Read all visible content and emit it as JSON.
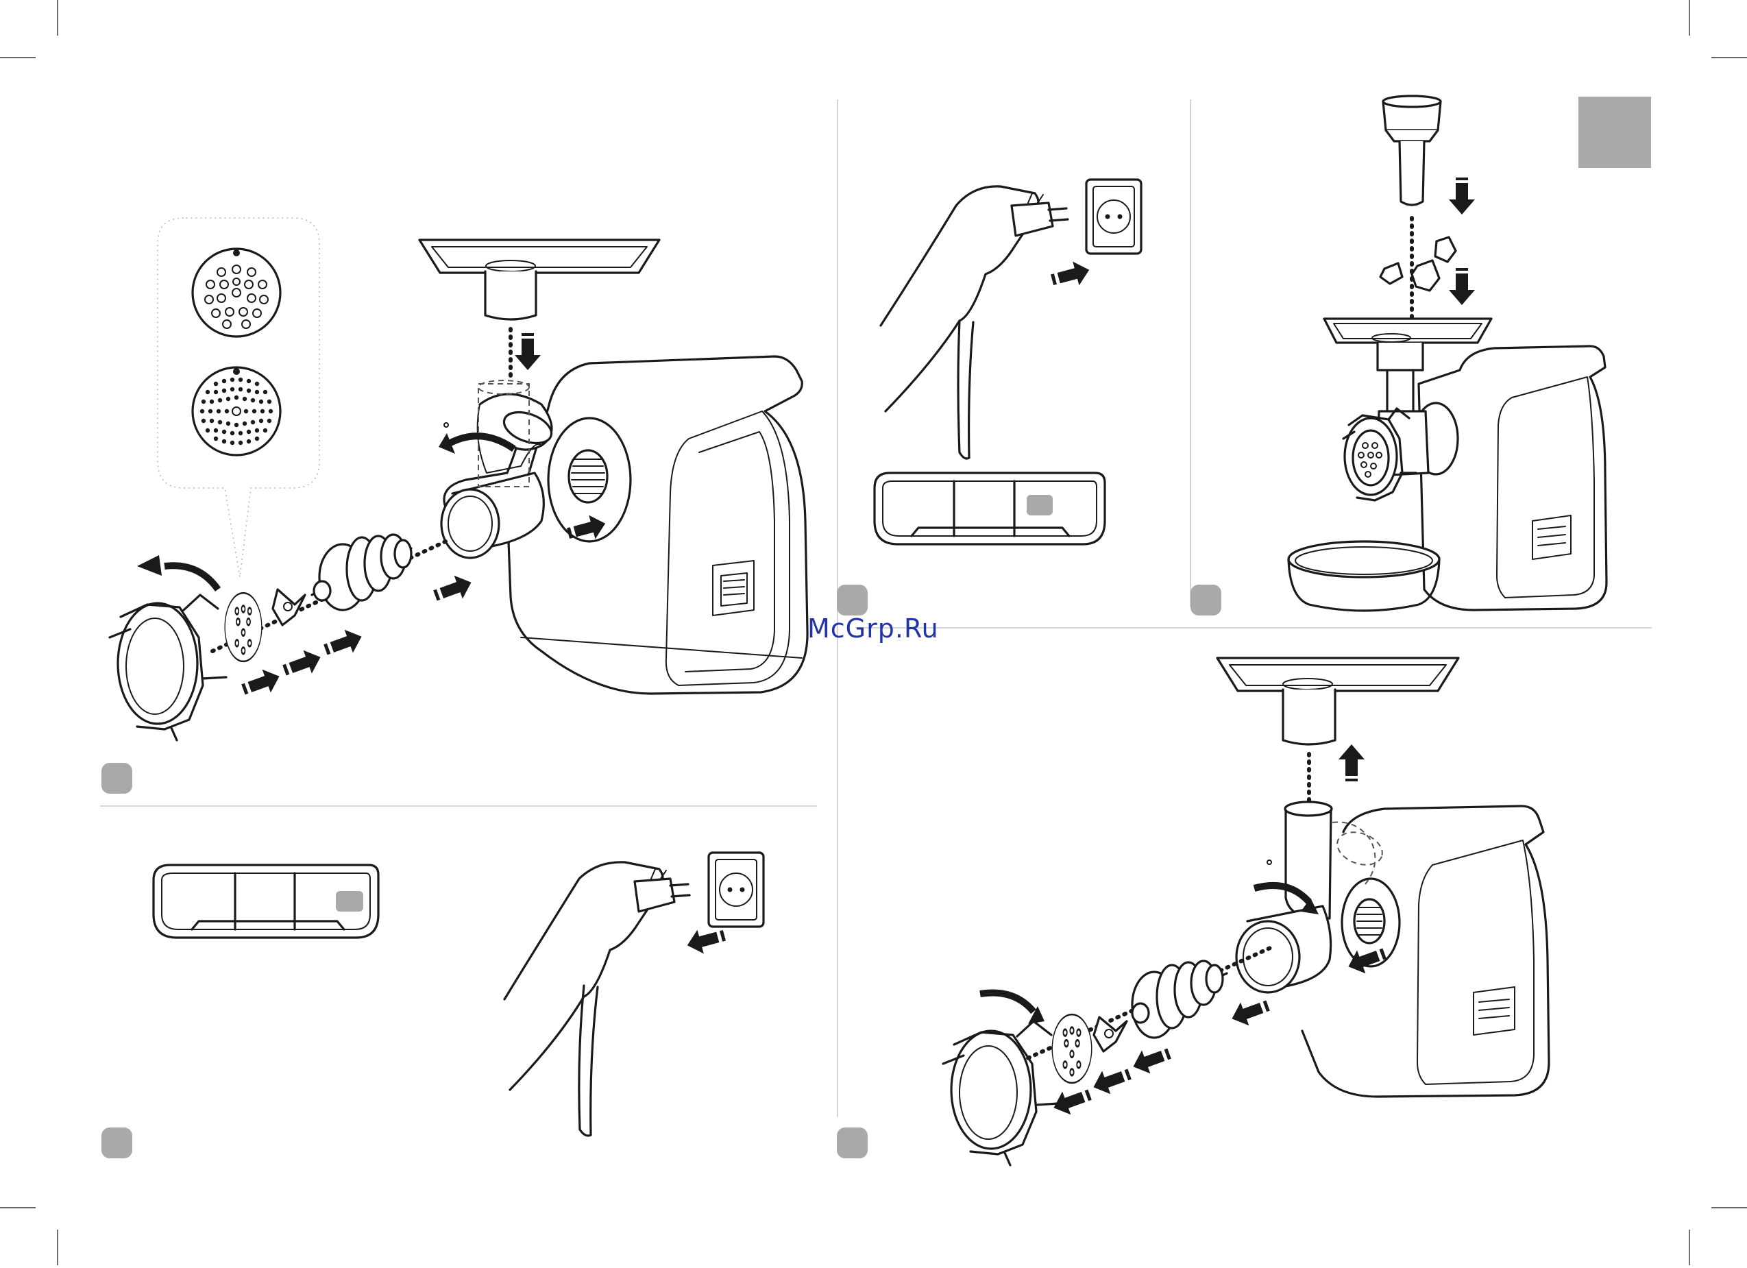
{
  "watermark": {
    "text": "McGrp.Ru",
    "color": "#2233aa"
  },
  "colors": {
    "line": "#1a1a1a",
    "badge_gray": "#a9a9a9",
    "separator": "#c8c8c8",
    "background": "#ffffff"
  },
  "panels": [
    {
      "id": "assembly",
      "icons": [
        "meat-grinder-icon",
        "cutting-disc-icon",
        "cutting-blade-icon",
        "screw-auger-icon",
        "ring-nut-icon",
        "food-tray-icon"
      ]
    },
    {
      "id": "plug-in",
      "icons": [
        "hand-icon",
        "plug-icon",
        "wall-socket-icon",
        "control-panel-icon"
      ]
    },
    {
      "id": "mincing",
      "icons": [
        "pusher-icon",
        "meat-pieces-icon",
        "meat-grinder-icon",
        "bowl-icon"
      ]
    },
    {
      "id": "unplug",
      "icons": [
        "control-panel-icon",
        "hand-icon",
        "plug-icon",
        "wall-socket-icon"
      ]
    },
    {
      "id": "disassembly",
      "icons": [
        "food-tray-icon",
        "meat-grinder-icon",
        "cutting-disc-icon",
        "cutting-blade-icon",
        "screw-auger-icon",
        "ring-nut-icon"
      ]
    }
  ]
}
